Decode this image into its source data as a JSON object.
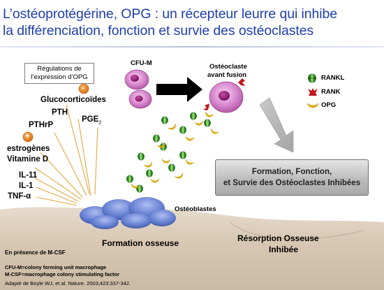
{
  "title": {
    "line1": "L’ostéoprotégérine, OPG : un récepteur leurre qui inhibe",
    "line2": "la différenciation, fonction et survie des ostéoclastes"
  },
  "regulation_box": {
    "line1": "Régulations de",
    "line2": "l’expression d’OPG"
  },
  "negative_sign": "-",
  "positive_sign": "+",
  "negative_factors": [
    "Glucocorticoïdes",
    "PTH",
    "PTHrP",
    "PGE",
    "IL-11",
    "IL-1",
    "TNF-α"
  ],
  "pge_subscript": "2",
  "positive_factors": [
    "estrogènes",
    "Vitamine D"
  ],
  "cells": {
    "cfu_m": "CFU-M",
    "osteoclast_line1": "Ostéoclaste",
    "osteoclast_line2": "avant fusion",
    "osteoblasts": "Ostéoblastes"
  },
  "legend": {
    "rankl": "RANKL",
    "rank": "RANK",
    "opg": "OPG"
  },
  "result_box": {
    "line1": "Formation, Fonction,",
    "line2": "et Survie des Ostéoclastes Inhibées"
  },
  "bone": {
    "formation": "Formation osseuse",
    "resorption_line1": "Résorption Osseuse",
    "resorption_line2": "Inhibée"
  },
  "notes": {
    "mcsf": "En présence de M-CSF",
    "cfu_def": "CFU-M=colony forming unit macrophage",
    "mcsf_def": "M-CSF=macrophage colony stimulating factor",
    "reference": "Adapté de Boyle WJ, et al. Nature. 2003;423:337-342."
  },
  "colors": {
    "title": "#1f3fae",
    "rankl": "#2a7a22",
    "rank": "#c0181c",
    "opg": "#e8b400",
    "sign_circle": "#e27d18",
    "cell": "#cc79c3",
    "osteoblast": "#5d79c8",
    "arrow_factors": "#e8a640"
  }
}
